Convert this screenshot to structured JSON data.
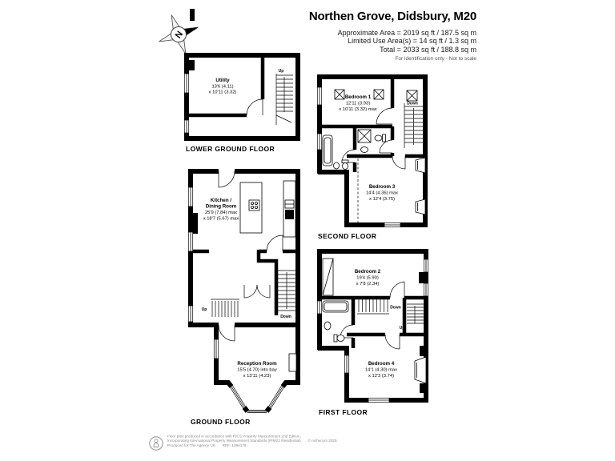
{
  "header": {
    "title": "Northen Grove, Didsbury, M20",
    "area_lines": [
      "Approximate Area = 2019 sq ft / 187.5 sq m",
      "Limited Use Area(s) = 14 sq ft / 1.3 sq m",
      "Total = 2033 sq ft / 188.8 sq m"
    ],
    "disclaimer": "For identification only - Not to scale"
  },
  "compass": {
    "label": "N"
  },
  "colors": {
    "walls": "#000000",
    "footer_text": "#8c8c8c"
  },
  "floors": {
    "lower_ground": {
      "label": "LOWER GROUND FLOOR",
      "stairs": {
        "up": "Up"
      },
      "rooms": {
        "utility": {
          "name": "Utility",
          "dim1": "13'6 (4.11)",
          "dim2": "x 10'11 (3.32)"
        }
      }
    },
    "ground": {
      "label": "GROUND FLOOR",
      "stairs": {
        "up": "Up",
        "down": "Down"
      },
      "rooms": {
        "kitchen": {
          "name1": "Kitchen /",
          "name2": "Dining Room",
          "dim1": "25'9 (7.84) max",
          "dim2": "x 18'7 (5.67) max"
        },
        "reception": {
          "name": "Reception Room",
          "dim1": "15'5 (4.70) into bay",
          "dim2": "x 13'11 (4.23)"
        }
      }
    },
    "second": {
      "label": "SECOND FLOOR",
      "stairs": {
        "down": "Down"
      },
      "rooms": {
        "bedroom1": {
          "name": "Bedroom 1",
          "dim1": "12'11 (3.93)",
          "dim2": "x 10'11 (3.32) max"
        },
        "bedroom3": {
          "name": "Bedroom 3",
          "dim1": "14'4 (4.36) max",
          "dim2": "x 12'4 (3.75)"
        }
      }
    },
    "first": {
      "label": "FIRST FLOOR",
      "stairs": {
        "down": "Down",
        "up": "Up"
      },
      "rooms": {
        "bedroom2": {
          "name": "Bedroom 2",
          "dim1": "19'4 (5.90)",
          "dim2": "x 7'8 (2.34)"
        },
        "bedroom4": {
          "name": "Bedroom 4",
          "dim1": "14'1 (4.30) max",
          "dim2": "x 12'3 (3.74)"
        }
      }
    }
  },
  "footer": {
    "line1": "Floor plan produced in accordance with RICS Property Measurement 2nd Edition,",
    "line2": "Incorporating International Property Measurement Standards (IPMS2 Residential).",
    "copyright": "© nichecom 2025.",
    "line3": "Produced for The Agency UK.",
    "ref": "REF: 1396179"
  }
}
